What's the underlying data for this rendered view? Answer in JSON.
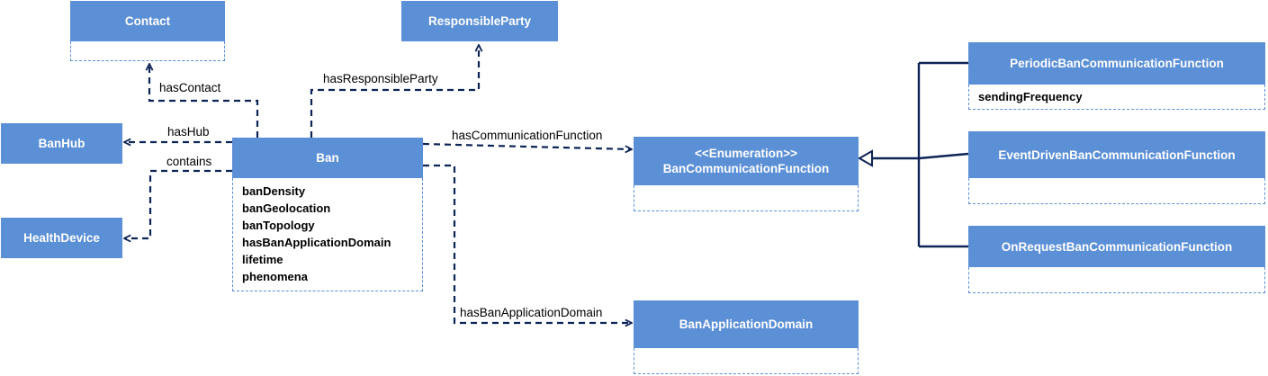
{
  "classes": {
    "contact": {
      "name": "Contact",
      "attributes": []
    },
    "responsible_party": {
      "name": "ResponsibleParty",
      "attributes": []
    },
    "ban_hub": {
      "name": "BanHub",
      "attributes": []
    },
    "health_device": {
      "name": "HealthDevice",
      "attributes": []
    },
    "ban": {
      "name": "Ban",
      "attributes": [
        "banDensity",
        "banGeolocation",
        "banTopology",
        "hasBanApplicationDomain",
        "lifetime",
        "phenomena"
      ]
    },
    "ban_comm_function": {
      "stereotype": "<<Enumeration>>",
      "name": "BanCommunicationFunction",
      "attributes": []
    },
    "ban_app_domain": {
      "name": "BanApplicationDomain",
      "attributes": []
    },
    "periodic": {
      "name": "PeriodicBanCommunicationFunction",
      "attributes": [
        "sendingFrequency"
      ]
    },
    "event_driven": {
      "name": "EventDrivenBanCommunicationFunction",
      "attributes": []
    },
    "on_request": {
      "name": "OnRequestBanCommunicationFunction",
      "attributes": []
    }
  },
  "relations": {
    "has_contact": "hasContact",
    "has_responsible_party": "hasResponsibleParty",
    "has_hub": "hasHub",
    "contains": "contains",
    "has_communication_function": "hasCommunicationFunction",
    "has_ban_application_domain": "hasBanApplicationDomain"
  },
  "colors": {
    "header_fill": "#5b8fd6",
    "connector": "#0d2456",
    "dashed_border": "#5b8fd6"
  }
}
